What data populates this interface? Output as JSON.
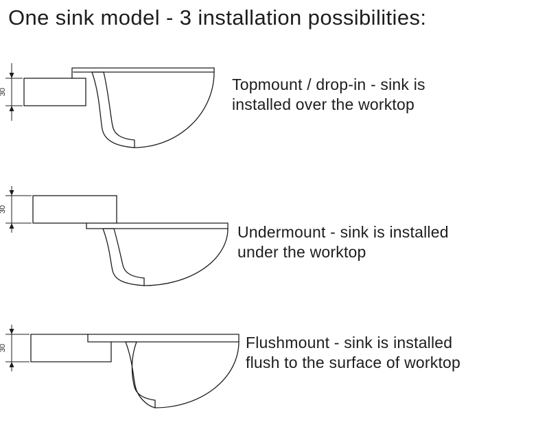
{
  "title": "One sink model - 3 installation possibilities:",
  "colors": {
    "line": "#1d1d1d",
    "background": "#ffffff"
  },
  "diagrams": [
    {
      "type": "topmount",
      "dim_label": "30",
      "caption_line1": "Topmount / drop-in - sink is",
      "caption_line2": "installed over the worktop"
    },
    {
      "type": "undermount",
      "dim_label": "30",
      "caption_line1": "Undermount - sink is installed",
      "caption_line2": "under the worktop"
    },
    {
      "type": "flushmount",
      "dim_label": "30",
      "caption_line1": "Flushmount - sink is installed",
      "caption_line2": "flush to the surface of worktop"
    }
  ]
}
